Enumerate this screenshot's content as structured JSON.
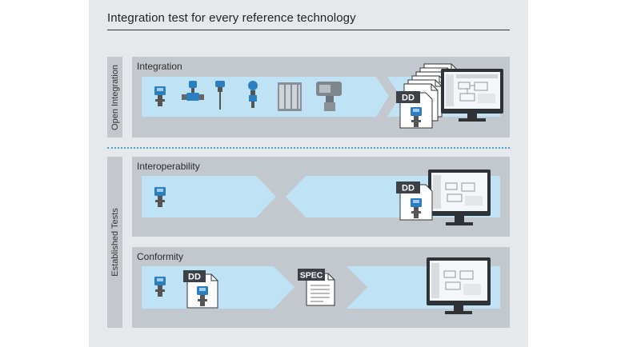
{
  "title": "Integration test for every reference technology",
  "groups": {
    "open": "Open Integration",
    "established": "Established Tests"
  },
  "sections": {
    "integration": "Integration",
    "interoperability": "Interoperability",
    "conformity": "Conformity"
  },
  "badges": {
    "dd_integration": "DD",
    "dd_interop": "DD",
    "dd_conformity": "DD",
    "spec": "SPEC"
  },
  "colors": {
    "band": "#bfe3f5",
    "device_blue": "#2a7fc1",
    "section_bg": "#c2c8cd",
    "dotted_line": "#3aa0d8"
  }
}
